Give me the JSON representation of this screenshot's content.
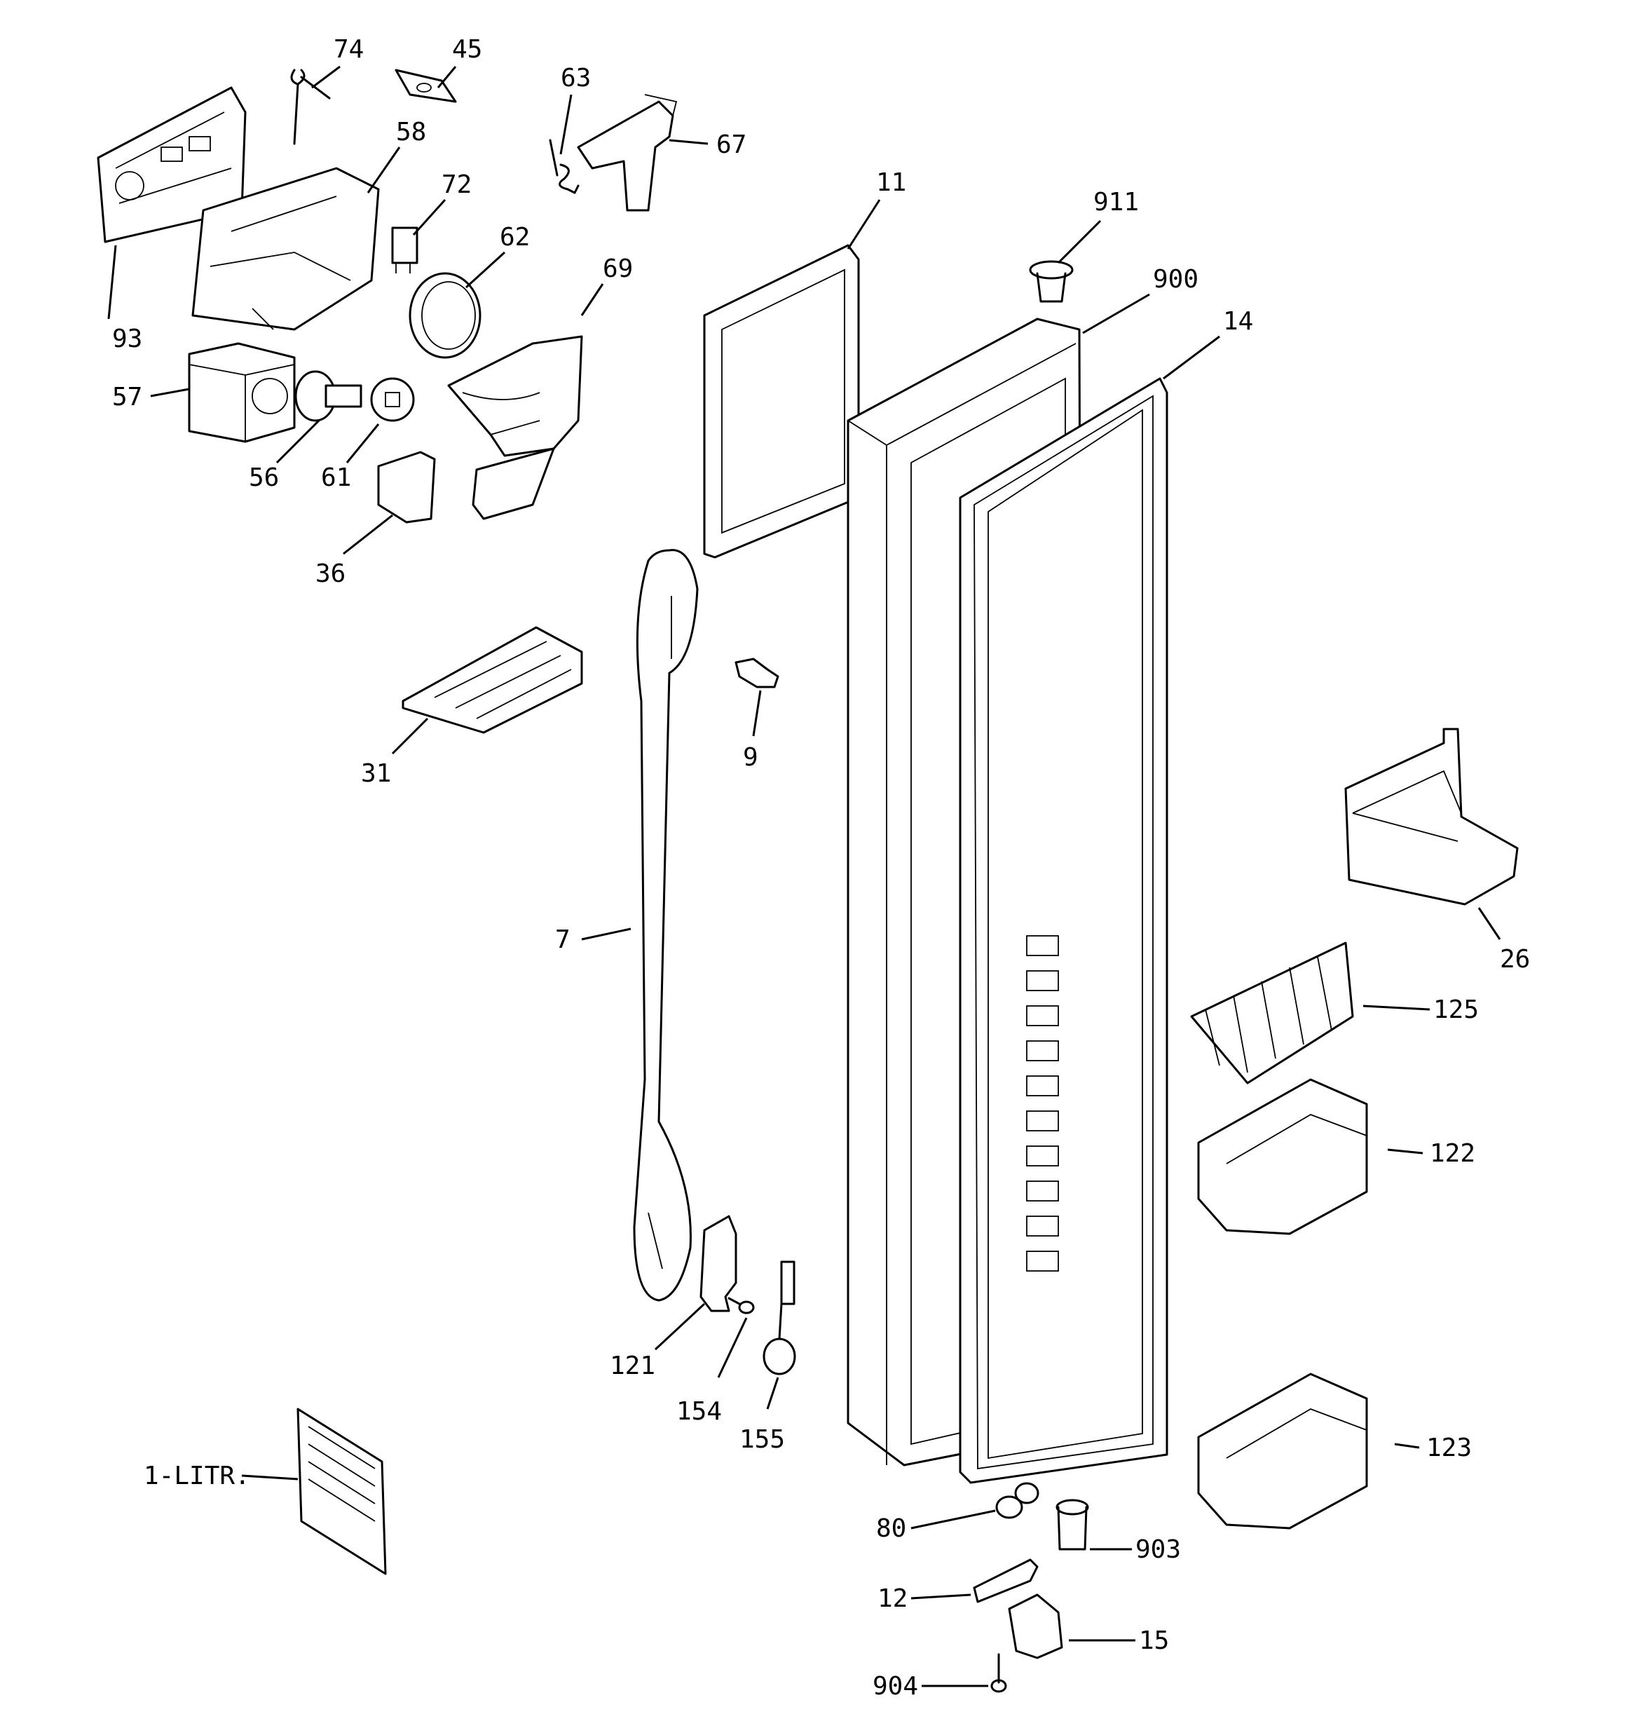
{
  "callouts": {
    "c74": "74",
    "c45": "45",
    "c63": "63",
    "c67": "67",
    "c58": "58",
    "c72": "72",
    "c62": "62",
    "c69": "69",
    "c11": "11",
    "c911": "911",
    "c900": "900",
    "c14": "14",
    "c93": "93",
    "c57": "57",
    "c56": "56",
    "c61": "61",
    "c36": "36",
    "c31": "31",
    "c9": "9",
    "c26": "26",
    "c7": "7",
    "c125": "125",
    "c122": "122",
    "c121": "121",
    "c154": "154",
    "c155": "155",
    "c123": "123",
    "c1litr": "1-LITR.",
    "c80": "80",
    "c903": "903",
    "c12": "12",
    "c15": "15",
    "c904": "904"
  }
}
